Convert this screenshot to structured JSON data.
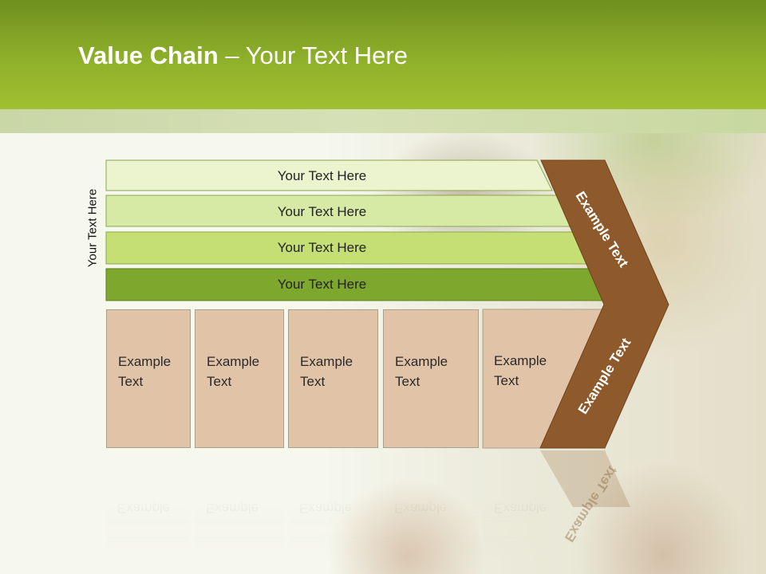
{
  "title": {
    "bold": "Value Chain",
    "rest": " – Your Text Here"
  },
  "side_label": "Your Text Here",
  "bars": [
    {
      "label": "Your Text Here",
      "color": "#ebf4cf"
    },
    {
      "label": "Your Text Here",
      "color": "#d6eaa6"
    },
    {
      "label": "Your Text Here",
      "color": "#c5df75"
    },
    {
      "label": "Your Text Here",
      "color": "#7ea72e"
    }
  ],
  "activities": [
    {
      "line1": "Example",
      "line2": "Text"
    },
    {
      "line1": "Example",
      "line2": "Text"
    },
    {
      "line1": "Example",
      "line2": "Text"
    },
    {
      "line1": "Example",
      "line2": "Text"
    },
    {
      "line1": "Example",
      "line2": "Text"
    }
  ],
  "chevron": {
    "upper_label": "Example Text",
    "lower_label": "Example Text",
    "color": "#8f5a2b",
    "box_color": "#e1c3a8"
  },
  "colors": {
    "header_green": "#8fb02a",
    "title_text": "#ffffff"
  }
}
